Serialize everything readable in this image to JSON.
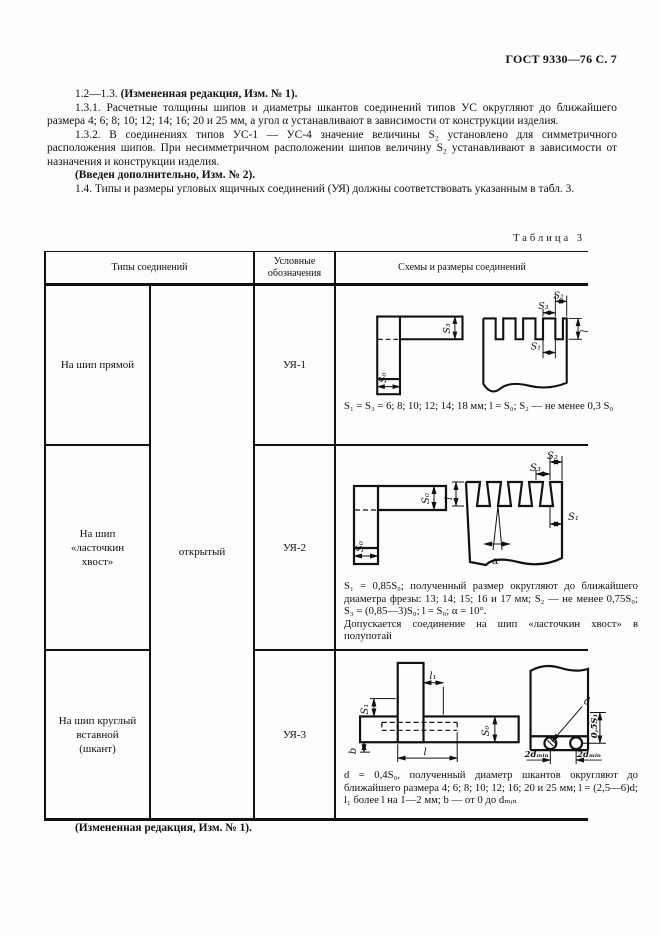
{
  "page_header": "ГОСТ 9330—76 С. 7",
  "paragraphs": {
    "p1_normal": "1.2—1.3. ",
    "p1_bold": "(Измененная редакция, Изм. № 1).",
    "p131": "1.3.1. Расчетные толщины шипов и диаметры шкантов соединений типов УС округляют до ближайшего размера 4; 6; 8; 10; 12; 14; 16; 20 и 25 мм, а угол α устанавливают в зависимости от конструкции изделия.",
    "p132": "1.3.2. В соединениях типов УС-1 — УС-4 значение величины S₂ установлено для симметричного расположения шипов. При несимметричном расположении шипов величину S₂ устанавливают в зависимости от назначения и конструкции изделия.",
    "p_vveden": "(Введен дополнительно, Изм. № 2).",
    "p14": "1.4. Типы и размеры угловых ящичных соединений (УЯ) должны соответствовать указанным в табл. 3."
  },
  "table": {
    "caption": "Таблица 3",
    "headers": {
      "types": "Типы соединений",
      "designation": "Условные обозначения",
      "schemes": "Схемы и размеры соединений"
    },
    "merged_cell": "открытый",
    "rows": [
      {
        "type": "На шип прямой",
        "designation": "УЯ-1",
        "note": "S₁ = S₃ = 6; 8; 10; 12; 14; 18 мм; l = S₀; S₂ — не менее 0,3 S₀",
        "labels": {
          "s2": "S₂",
          "s3_top": "S₃",
          "s1": "S₁",
          "l": "l",
          "s3_board": "S₃",
          "s0": "S₀"
        }
      },
      {
        "type": "На шип «ласточкин хвост»",
        "designation": "УЯ-2",
        "note": "S₁ = 0,85S₀; полученный размер округляют до ближайшего диаметра фрезы: 13; 14; 15; 16 и 17 мм; S₂ — не менее 0,75S₀; S₃ = (0,85—3)S₀; l = S₀; α = 10°.",
        "note2": "Допускается соединение на шип «ласточкин хвост» в полупотай",
        "labels": {
          "s2": "S₂",
          "s3": "S₃",
          "s1": "S₁",
          "l": "l",
          "alpha": "α",
          "s0_top": "S₀",
          "s0_side": "S₀"
        }
      },
      {
        "type": "На шип круглый вставной (шкант)",
        "designation": "УЯ-3",
        "note": "d = 0,4S₀, полученный диаметр шкантов округляют до ближайшего размера 4; 6; 8; 10; 12; 16; 20 и 25 мм; l = (2,5—6)d; l₁ более l на 1—2 мм; b — от 0 до dₘᵢₙ",
        "labels": {
          "l1": "l₁",
          "s1": "S₁",
          "s0": "S₀",
          "b": "b",
          "l": "l",
          "d": "d",
          "half_s1": "0,5S₁",
          "dmin_left": "2dₘᵢₙ",
          "dmin_right": "2dₘᵢₙ"
        }
      }
    ]
  },
  "footer_note": "(Измененная редакция, Изм. № 1)."
}
